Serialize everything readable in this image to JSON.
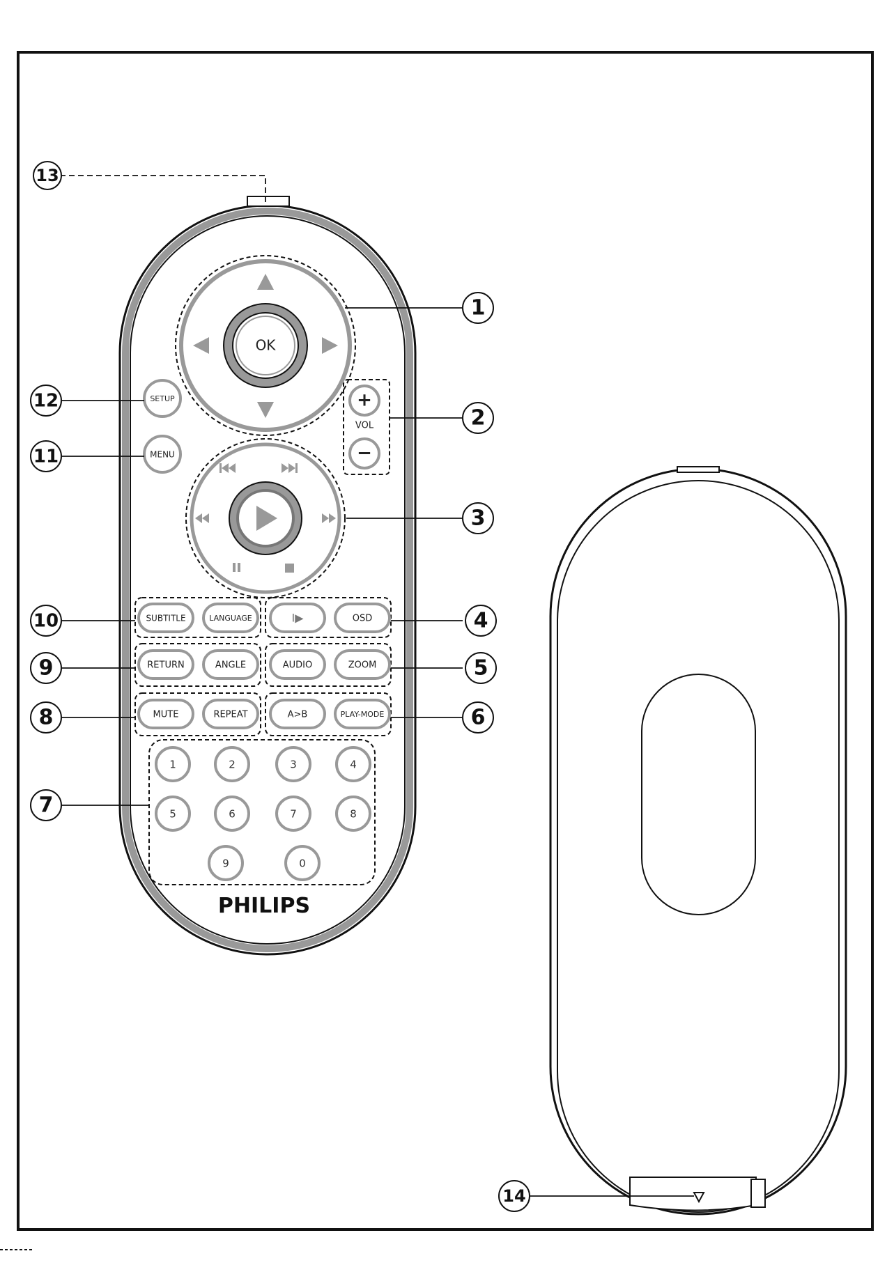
{
  "remote": {
    "brand": "PHILIPS",
    "ok_label": "OK",
    "vol_label": "VOL",
    "vol_plus": "+",
    "vol_minus": "−",
    "setup_label": "SETUP",
    "menu_label": "MENU",
    "row1": [
      "SUBTITLE",
      "LANGUAGE",
      "I▶",
      "OSD"
    ],
    "row2": [
      "RETURN",
      "ANGLE",
      "AUDIO",
      "ZOOM"
    ],
    "row3": [
      "MUTE",
      "REPEAT",
      "A>B",
      "PLAY-MODE"
    ],
    "numbers": [
      "1",
      "2",
      "3",
      "4",
      "5",
      "6",
      "7",
      "8",
      "9",
      "0"
    ]
  },
  "callouts": [
    "1",
    "2",
    "3",
    "4",
    "5",
    "6",
    "7",
    "8",
    "9",
    "10",
    "11",
    "12",
    "13",
    "14"
  ],
  "colors": {
    "outline": "#111111",
    "button_stroke": "#8a8a8a",
    "ring_fill": "#9a9a9a",
    "line": "#111111"
  }
}
